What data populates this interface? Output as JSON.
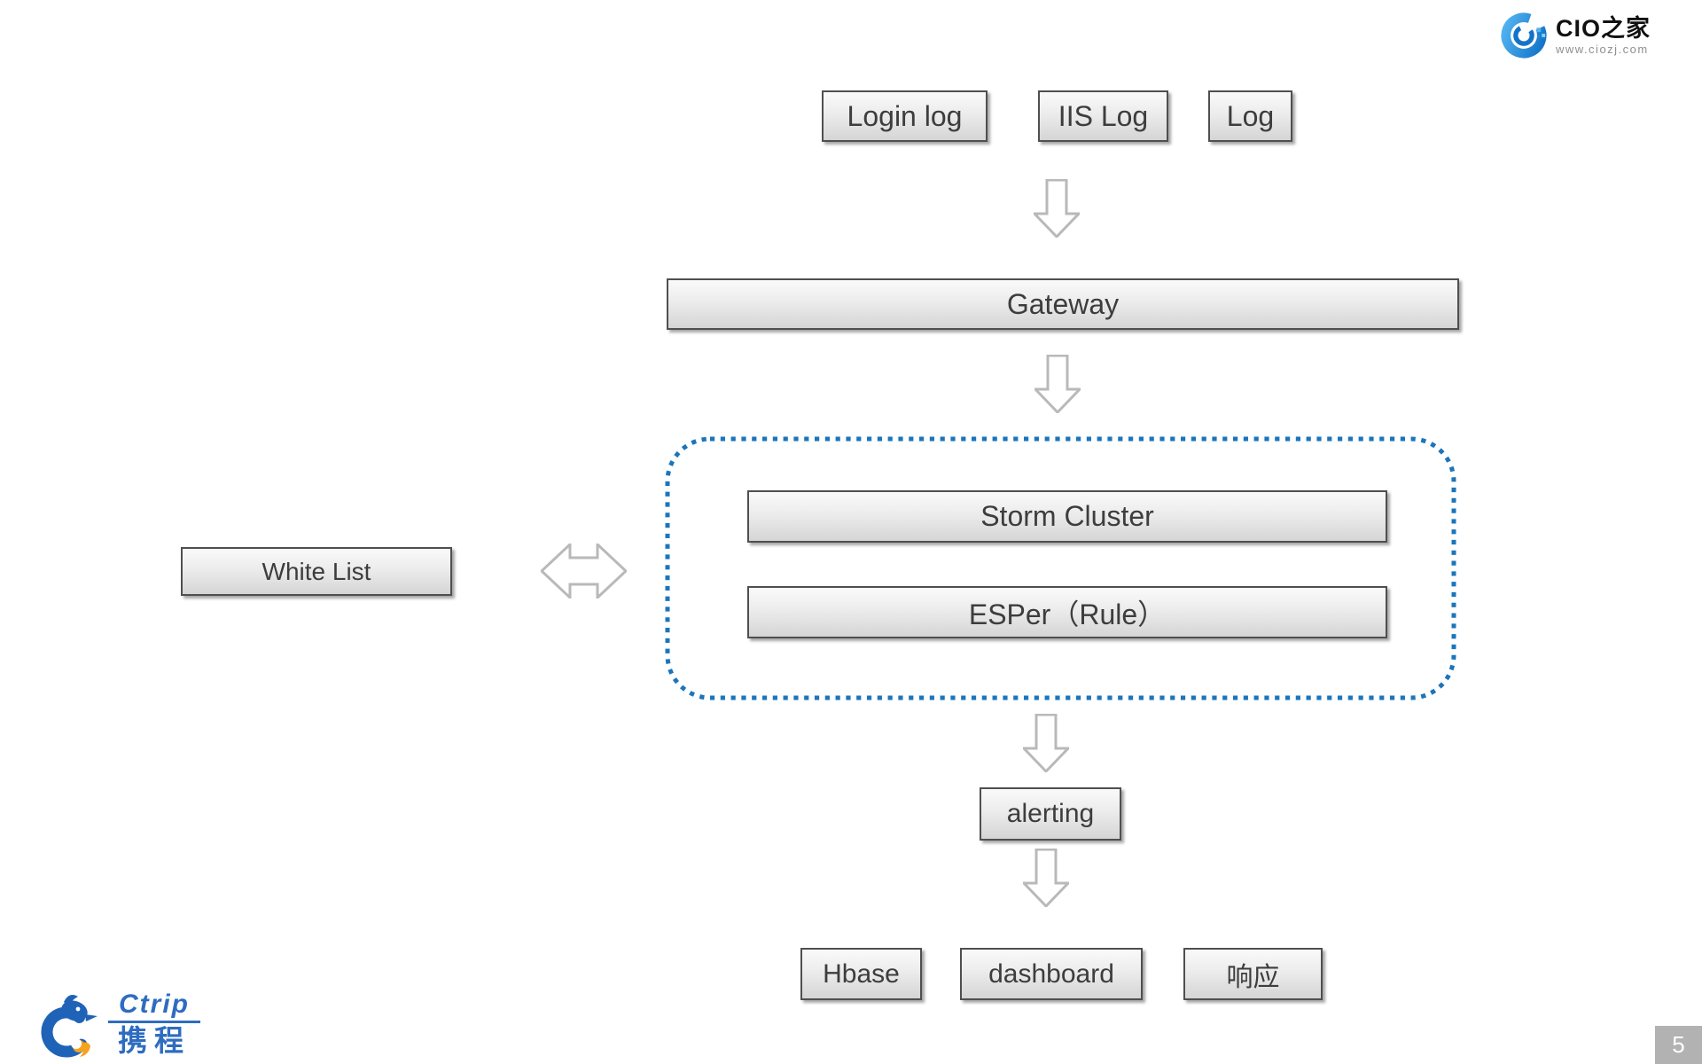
{
  "page_number": "5",
  "branding": {
    "cio_name": "CIO之家",
    "cio_site": "www.ciozj.com",
    "ctrip_en": "Ctrip",
    "ctrip_cn": "携程"
  },
  "diagram": {
    "sources": [
      {
        "label": "Login log"
      },
      {
        "label": "IIS Log"
      },
      {
        "label": "Log"
      }
    ],
    "gateway_label": "Gateway",
    "cluster": {
      "storm_label": "Storm Cluster",
      "esper_label": "ESPer（Rule）"
    },
    "whitelist_label": "White List",
    "alerting_label": "alerting",
    "sinks": [
      {
        "label": "Hbase"
      },
      {
        "label": "dashboard"
      },
      {
        "label": "响应"
      }
    ],
    "colors": {
      "dotted_border": "#1b75bb",
      "box_border": "#4f4f4f",
      "arrow_outline": "#b9b9b9",
      "cio_blue": "#1d9ce0",
      "ctrip_blue": "#2e6cc0",
      "ctrip_orange": "#f5a21d"
    }
  }
}
